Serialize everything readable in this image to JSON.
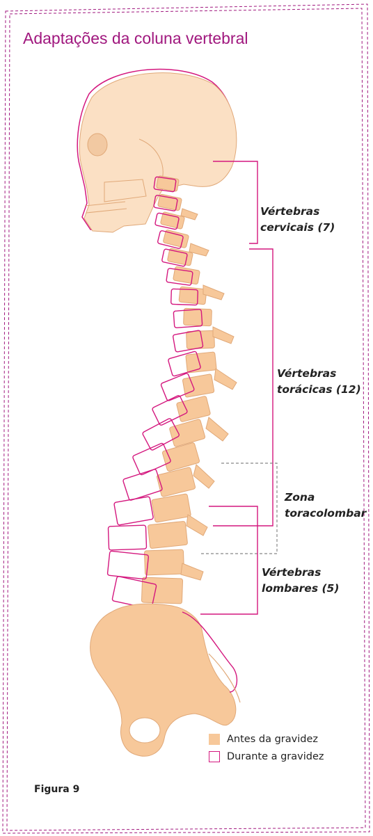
{
  "title": "Adaptações da coluna vertebral",
  "labels": {
    "cervical_line1": "Vértebras",
    "cervical_line2": "cervicais (7)",
    "thoracic_line1": "Vértebras",
    "thoracic_line2": "torácicas (12)",
    "thoracolumbar_line1": "Zona",
    "thoracolumbar_line2": "toracolombar",
    "lumbar_line1": "Vértebras",
    "lumbar_line2": "lombares (5)"
  },
  "legend": {
    "before": "Antes da gravidez",
    "during": "Durante a gravidez"
  },
  "figure_caption": "Figura 9",
  "colors": {
    "title": "#a0177e",
    "bone_before": "#f7c89a",
    "bone_light": "#fbe0c4",
    "outline_during": "#d4177e",
    "bracket": "#d4177e",
    "frame_dashes": "#a0177e",
    "zone_dashes": "#888888"
  }
}
